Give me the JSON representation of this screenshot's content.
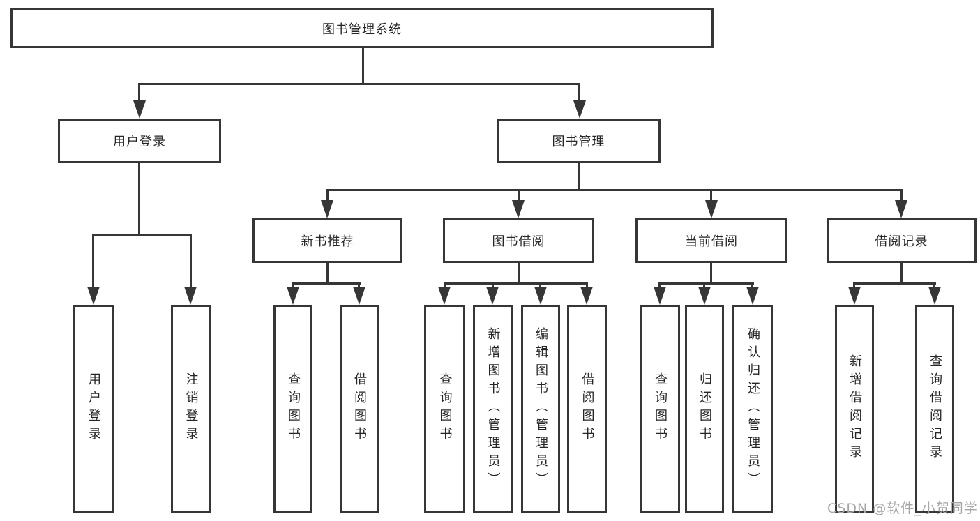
{
  "diagram": {
    "root_label": "图书管理系统",
    "level2": {
      "user_login_label": "用户登录",
      "book_mgmt_label": "图书管理"
    },
    "level3": {
      "new_book_label": "新书推荐",
      "borrow_label": "图书借阅",
      "current_label": "当前借阅",
      "records_label": "借阅记录"
    },
    "leaves": {
      "user_login": "用户登录",
      "logout": "注销登录",
      "nb_query": "查询图书",
      "nb_borrow": "借阅图书",
      "b_query": "查询图书",
      "b_add": "新增图书（管理员）",
      "b_edit": "编辑图书（管理员）",
      "b_borrow": "借阅图书",
      "c_query": "查询图书",
      "c_return": "归还图书",
      "c_confirm": "确认归还（管理员）",
      "r_add": "新增借阅记录",
      "r_query": "查询借阅记录"
    }
  },
  "watermark": "CSDN @软件_小贺同学",
  "colors": {
    "line": "#363636",
    "text": "#262626",
    "watermark": "#a6a6a6",
    "background": "#ffffff"
  }
}
